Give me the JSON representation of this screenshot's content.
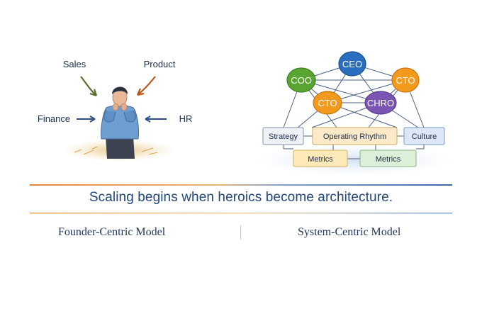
{
  "founder": {
    "inputs": {
      "sales": "Sales",
      "product": "Product",
      "finance": "Finance",
      "hr": "HR"
    }
  },
  "system": {
    "roles": {
      "ceo": "CEO",
      "coo": "COO",
      "cto_right": "CTO",
      "cto_center": "CTO",
      "chro": "CHRO"
    },
    "boxes": {
      "strategy": "Strategy",
      "operating_rhythm": "Operating Rhythm",
      "culture": "Culture",
      "metrics_left": "Metrics",
      "metrics_right": "Metrics"
    }
  },
  "caption": "Scaling begins when heroics become architecture.",
  "models": {
    "left_title": "Founder-Centric Model",
    "right_title": "System-Centric Model"
  },
  "colors": {
    "ceo": "#2a6fbf",
    "coo": "#5aa532",
    "cto": "#f29a1e",
    "chro": "#7a55b3",
    "line_blue": "#3f68a8",
    "line_orange": "#e8843a"
  }
}
